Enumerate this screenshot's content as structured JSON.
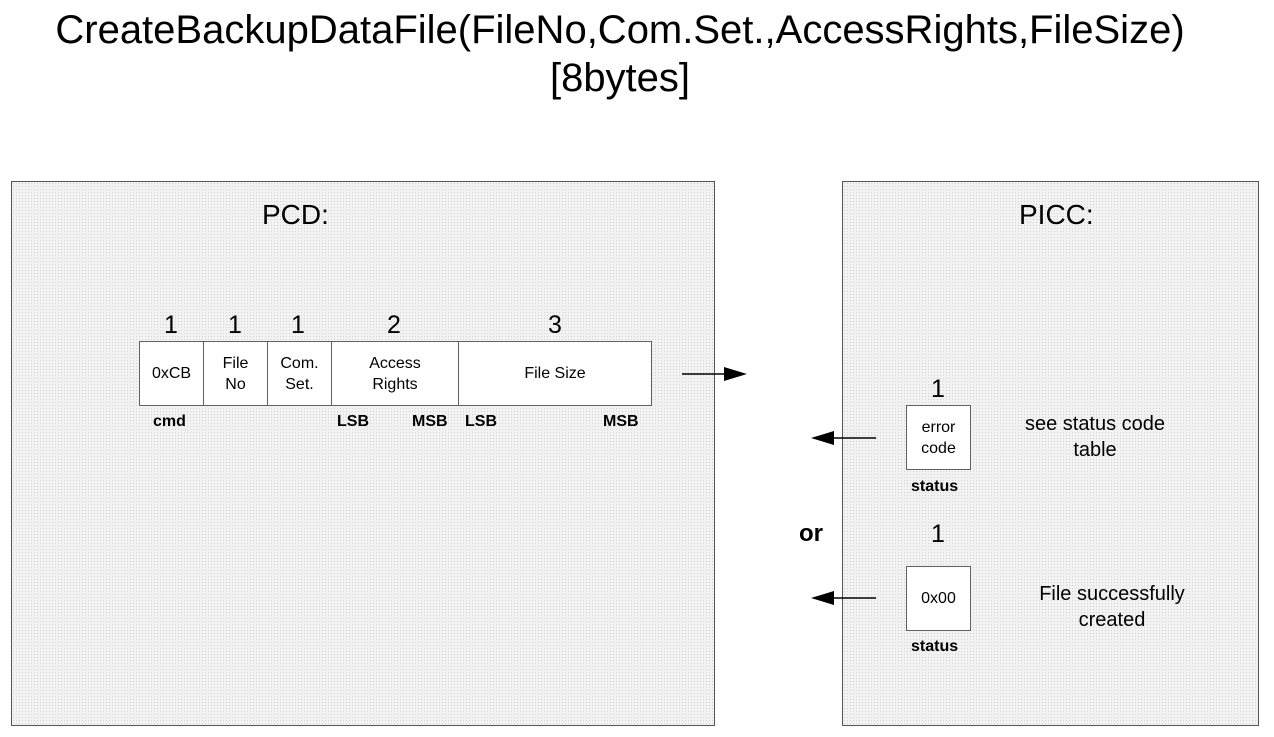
{
  "title": {
    "line1": "CreateBackupDataFile(FileNo,Com.Set.,AccessRights,FileSize)",
    "line2": "[8bytes]"
  },
  "pcd": {
    "label": "PCD:",
    "byte_counts": [
      "1",
      "1",
      "1",
      "2",
      "3"
    ],
    "fields": [
      "0xCB",
      "File\nNo",
      "Com.\nSet.",
      "Access\nRights",
      "File Size"
    ],
    "cmd_label": "cmd",
    "access_lsb": "LSB",
    "access_msb": "MSB",
    "size_lsb": "LSB",
    "size_msb": "MSB"
  },
  "picc": {
    "label": "PICC:",
    "response1": {
      "count": "1",
      "field": "error\ncode",
      "status_label": "status",
      "description": "see status code\ntable"
    },
    "or_label": "or",
    "response2": {
      "count": "1",
      "field": "0x00",
      "status_label": "status",
      "description": "File successfully\ncreated"
    }
  }
}
